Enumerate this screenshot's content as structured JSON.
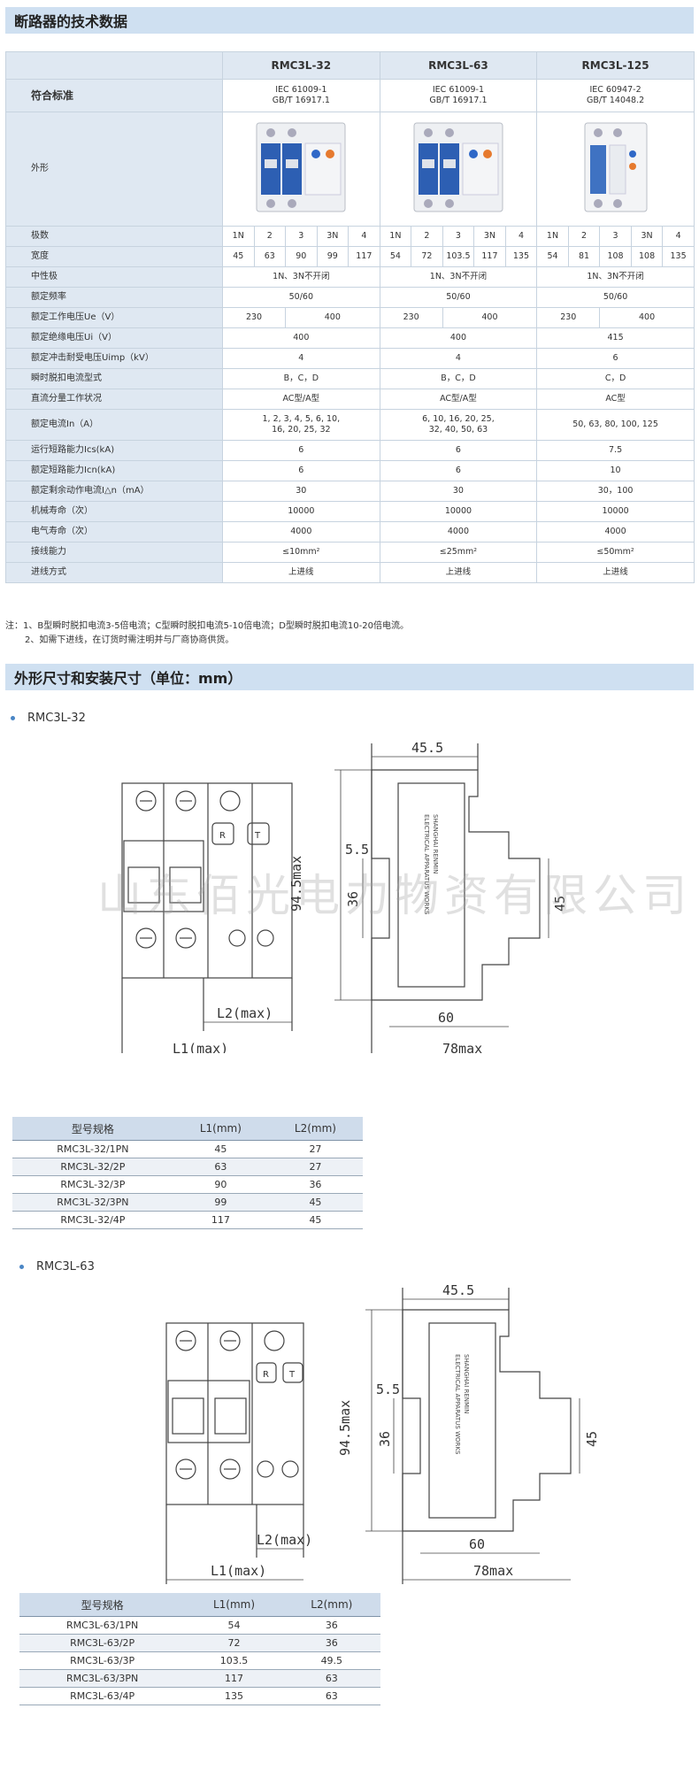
{
  "section1": {
    "title": "断路器的技术数据"
  },
  "models": [
    "RMC3L-32",
    "RMC3L-63",
    "RMC3L-125"
  ],
  "standards_label": "符合标准",
  "standards": [
    [
      "IEC 61009-1",
      "GB/T 16917.1"
    ],
    [
      "IEC 61009-1",
      "GB/T 16917.1"
    ],
    [
      "IEC 60947-2",
      "GB/T 14048.2"
    ]
  ],
  "appearance_label": "外形",
  "poles": {
    "label": "极数",
    "values": [
      "1N",
      "2",
      "3",
      "3N",
      "4"
    ]
  },
  "width": {
    "label": "宽度",
    "values": [
      [
        "45",
        "63",
        "90",
        "99",
        "117"
      ],
      [
        "54",
        "72",
        "103.5",
        "117",
        "135"
      ],
      [
        "54",
        "81",
        "108",
        "108",
        "135"
      ]
    ]
  },
  "rows": [
    {
      "label": "中性极",
      "v": [
        "1N、3N不开闭",
        "1N、3N不开闭",
        "1N、3N不开闭"
      ]
    },
    {
      "label": "额定频率",
      "v": [
        "50/60",
        "50/60",
        "50/60"
      ]
    },
    {
      "label": "额定工作电压Ue（V）",
      "split": [
        [
          "230",
          "400"
        ],
        [
          "230",
          "400"
        ],
        [
          "230",
          "400"
        ]
      ]
    },
    {
      "label": "额定绝缘电压Ui（V）",
      "v": [
        "400",
        "400",
        "415"
      ]
    },
    {
      "label": "额定冲击耐受电压Uimp（kV）",
      "v": [
        "4",
        "4",
        "6"
      ]
    },
    {
      "label": "瞬时脱扣电流型式",
      "v": [
        "B，C，D",
        "B，C，D",
        "C，D"
      ]
    },
    {
      "label": "直流分量工作状况",
      "v": [
        "AC型/A型",
        "AC型/A型",
        "AC型"
      ]
    },
    {
      "label": "额定电流In（A）",
      "tall": true,
      "v": [
        "1, 2, 3, 4, 5, 6, 10,\n16, 20, 25, 32",
        "6, 10, 16, 20, 25,\n32, 40, 50, 63",
        "50, 63, 80, 100, 125"
      ]
    },
    {
      "label": "运行短路能力Ics(kA)",
      "v": [
        "6",
        "6",
        "7.5"
      ]
    },
    {
      "label": "额定短路能力Icn(kA)",
      "v": [
        "6",
        "6",
        "10"
      ]
    },
    {
      "label": "额定剩余动作电流I△n（mA）",
      "v": [
        "30",
        "30",
        "30，100"
      ]
    },
    {
      "label": "机械寿命（次）",
      "v": [
        "10000",
        "10000",
        "10000"
      ]
    },
    {
      "label": "电气寿命（次）",
      "v": [
        "4000",
        "4000",
        "4000"
      ]
    },
    {
      "label": "接线能力",
      "v": [
        "≤10mm²",
        "≤25mm²",
        "≤50mm²"
      ]
    },
    {
      "label": "进线方式",
      "v": [
        "上进线",
        "上进线",
        "上进线"
      ]
    }
  ],
  "notes": [
    "注：1、B型瞬时脱扣电流3-5倍电流；C型瞬时脱扣电流5-10倍电流；D型瞬时脱扣电流10-20倍电流。",
    "2、如需下进线，在订货时需注明并与厂商协商供货。"
  ],
  "section2": {
    "title": "外形尺寸和安装尺寸（单位：mm）"
  },
  "drawing": {
    "dim_45_5": "45.5",
    "dim_5_5": "5.5",
    "dim_36": "36",
    "dim_94_5": "94.5max",
    "dim_45": "45",
    "dim_60": "60",
    "dim_78": "78max",
    "l1": "L1(max)",
    "l2": "L2(max)",
    "label_line1": "SHANGHAI RENMIN",
    "label_line2": "ELECTRICAL APPARATUS WORKS",
    "test_t": "T",
    "test_r": "R"
  },
  "watermark": "山东佰光电力物资有限公司",
  "dim_headers": [
    "型号规格",
    "L1(mm)",
    "L2(mm)"
  ],
  "dims32": {
    "title": "RMC3L-32",
    "rows": [
      [
        "RMC3L-32/1PN",
        "45",
        "27"
      ],
      [
        "RMC3L-32/2P",
        "63",
        "27"
      ],
      [
        "RMC3L-32/3P",
        "90",
        "36"
      ],
      [
        "RMC3L-32/3PN",
        "99",
        "45"
      ],
      [
        "RMC3L-32/4P",
        "117",
        "45"
      ]
    ]
  },
  "dims63": {
    "title": "RMC3L-63",
    "rows": [
      [
        "RMC3L-63/1PN",
        "54",
        "36"
      ],
      [
        "RMC3L-63/2P",
        "72",
        "36"
      ],
      [
        "RMC3L-63/3P",
        "103.5",
        "49.5"
      ],
      [
        "RMC3L-63/3PN",
        "117",
        "63"
      ],
      [
        "RMC3L-63/4P",
        "135",
        "63"
      ]
    ]
  }
}
